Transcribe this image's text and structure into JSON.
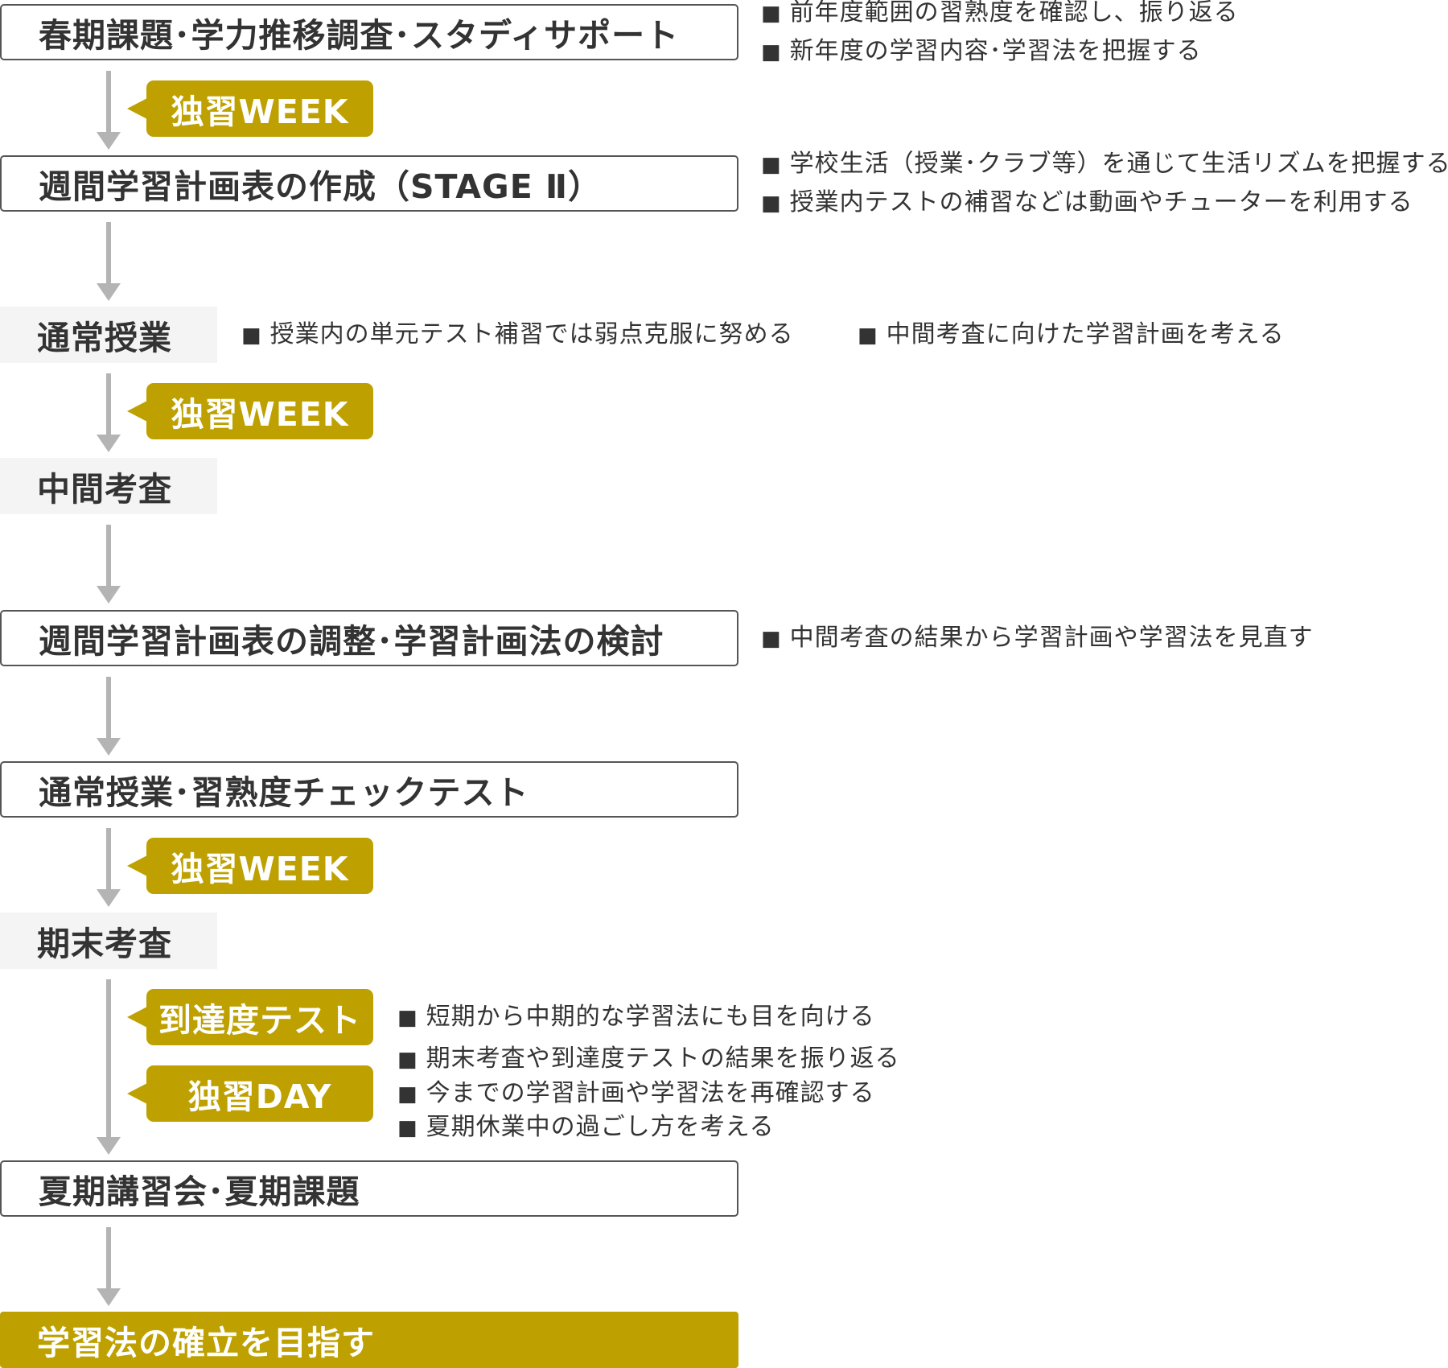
{
  "colors": {
    "accent": "#bea100",
    "border": "#555555",
    "grey_box": "#f4f4f4",
    "arrow": "#b4b4b4"
  },
  "steps": {
    "spring": "春期課題･学力推移調査･スタディサポート",
    "weekly_plan": "週間学習計画表の作成（STAGE Ⅱ）",
    "regular_1": "通常授業",
    "midterm": "中間考査",
    "adjust": "週間学習計画表の調整･学習計画法の検討",
    "regular_2": "通常授業･習熟度チェックテスト",
    "final_exam": "期末考査",
    "summer": "夏期講習会･夏期課題",
    "goal": "学習法の確立を目指す"
  },
  "tags": {
    "week_1": "独習WEEK",
    "week_2": "独習WEEK",
    "week_3": "独習WEEK",
    "achievement_test": "到達度テスト",
    "day": "独習DAY"
  },
  "notes": {
    "spring_1": "前年度範囲の習熟度を確認し、振り返る",
    "spring_2": "新年度の学習内容･学習法を把握する",
    "plan_1": "学校生活（授業･クラブ等）を通じて生活リズムを把握する",
    "plan_2": "授業内テストの補習などは動画やチューターを利用する",
    "regular_1": "授業内の単元テスト補習では弱点克服に努める",
    "regular_2": "中間考査に向けた学習計画を考える",
    "adjust_1": "中間考査の結果から学習計画や学習法を見直す",
    "test_1": "短期から中期的な学習法にも目を向ける",
    "day_1": "期末考査や到達度テストの結果を振り返る",
    "day_2": "今までの学習計画や学習法を再確認する",
    "day_3": "夏期休業中の過ごし方を考える"
  },
  "bullet": "■"
}
